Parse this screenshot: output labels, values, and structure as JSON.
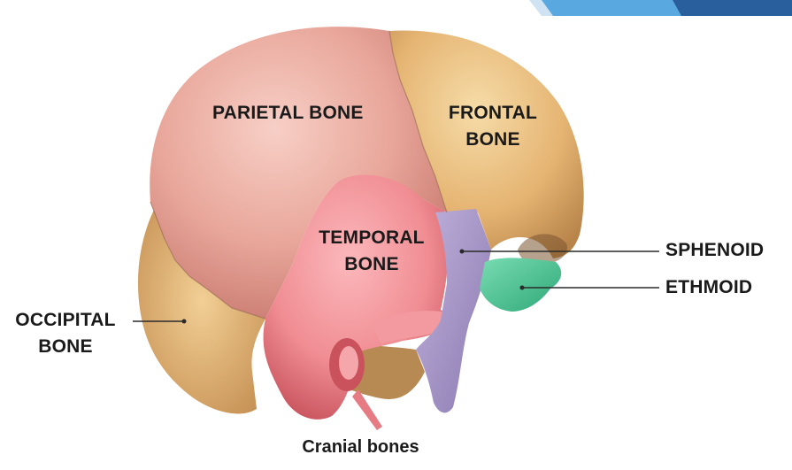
{
  "labels": {
    "parietal": "PARIETAL BONE",
    "frontal": [
      "FRONTAL",
      "BONE"
    ],
    "temporal": [
      "TEMPORAL",
      "BONE"
    ],
    "sphenoid": "SPHENOID",
    "ethmoid": "ETHMOID",
    "occipital": [
      "OCCIPITAL",
      "BONE"
    ]
  },
  "caption": "Cranial bones",
  "colors": {
    "parietal": "#e8a59a",
    "frontal": "#e6b778",
    "temporal": "#ee8a90",
    "sphenoid": "#a99ac7",
    "ethmoid": "#4fc89a",
    "occipital": "#e2b070",
    "accent_dark": "#2a5f9e",
    "accent_light": "#5aa8e0"
  }
}
